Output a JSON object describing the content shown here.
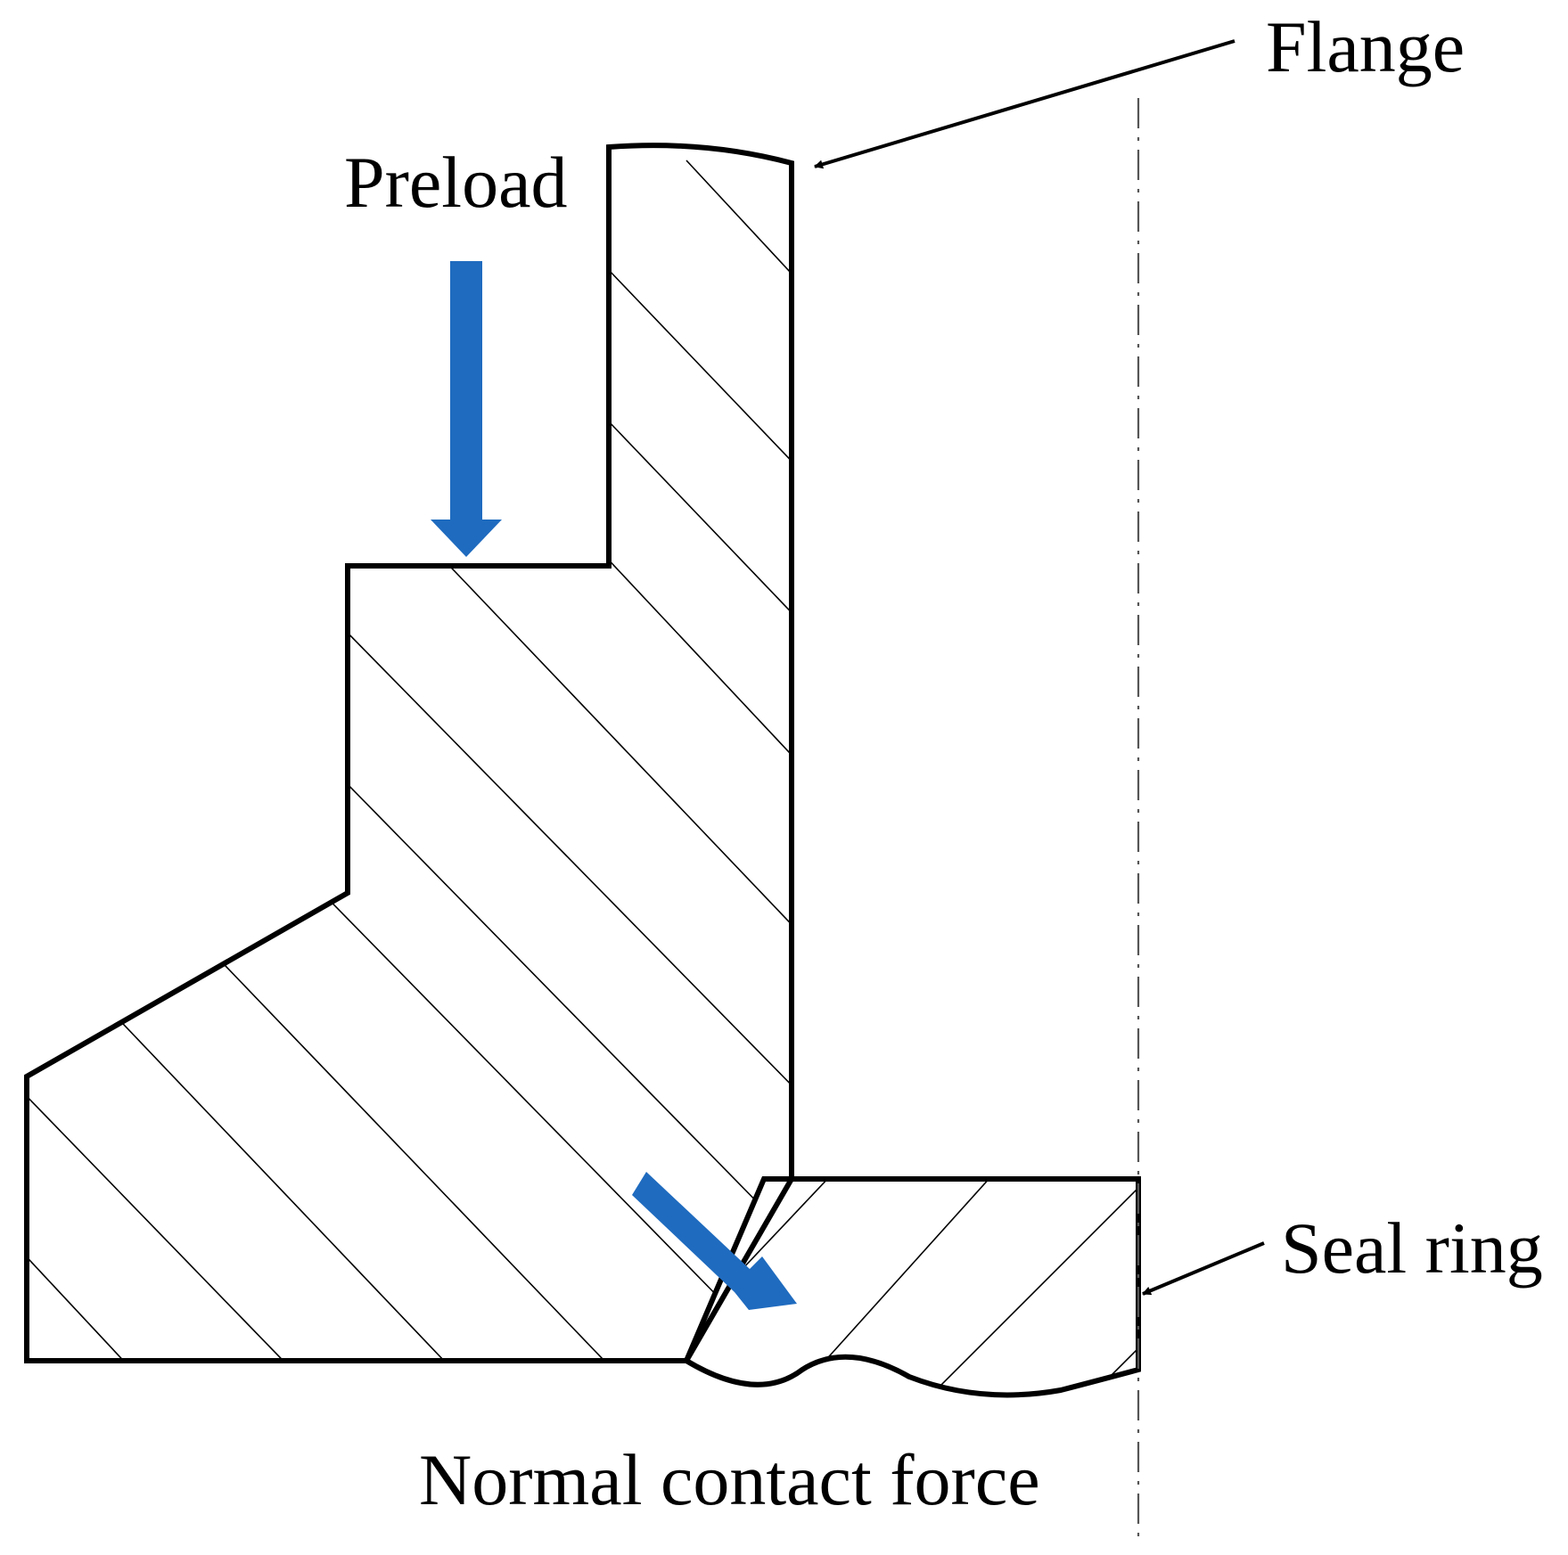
{
  "labels": {
    "flange": "Flange",
    "preload": "Preload",
    "seal_ring": "Seal ring",
    "normal_contact_force": "Normal contact force"
  },
  "colors": {
    "force_arrow": "#1f6bbf",
    "outline": "#000000",
    "background": "#ffffff"
  }
}
